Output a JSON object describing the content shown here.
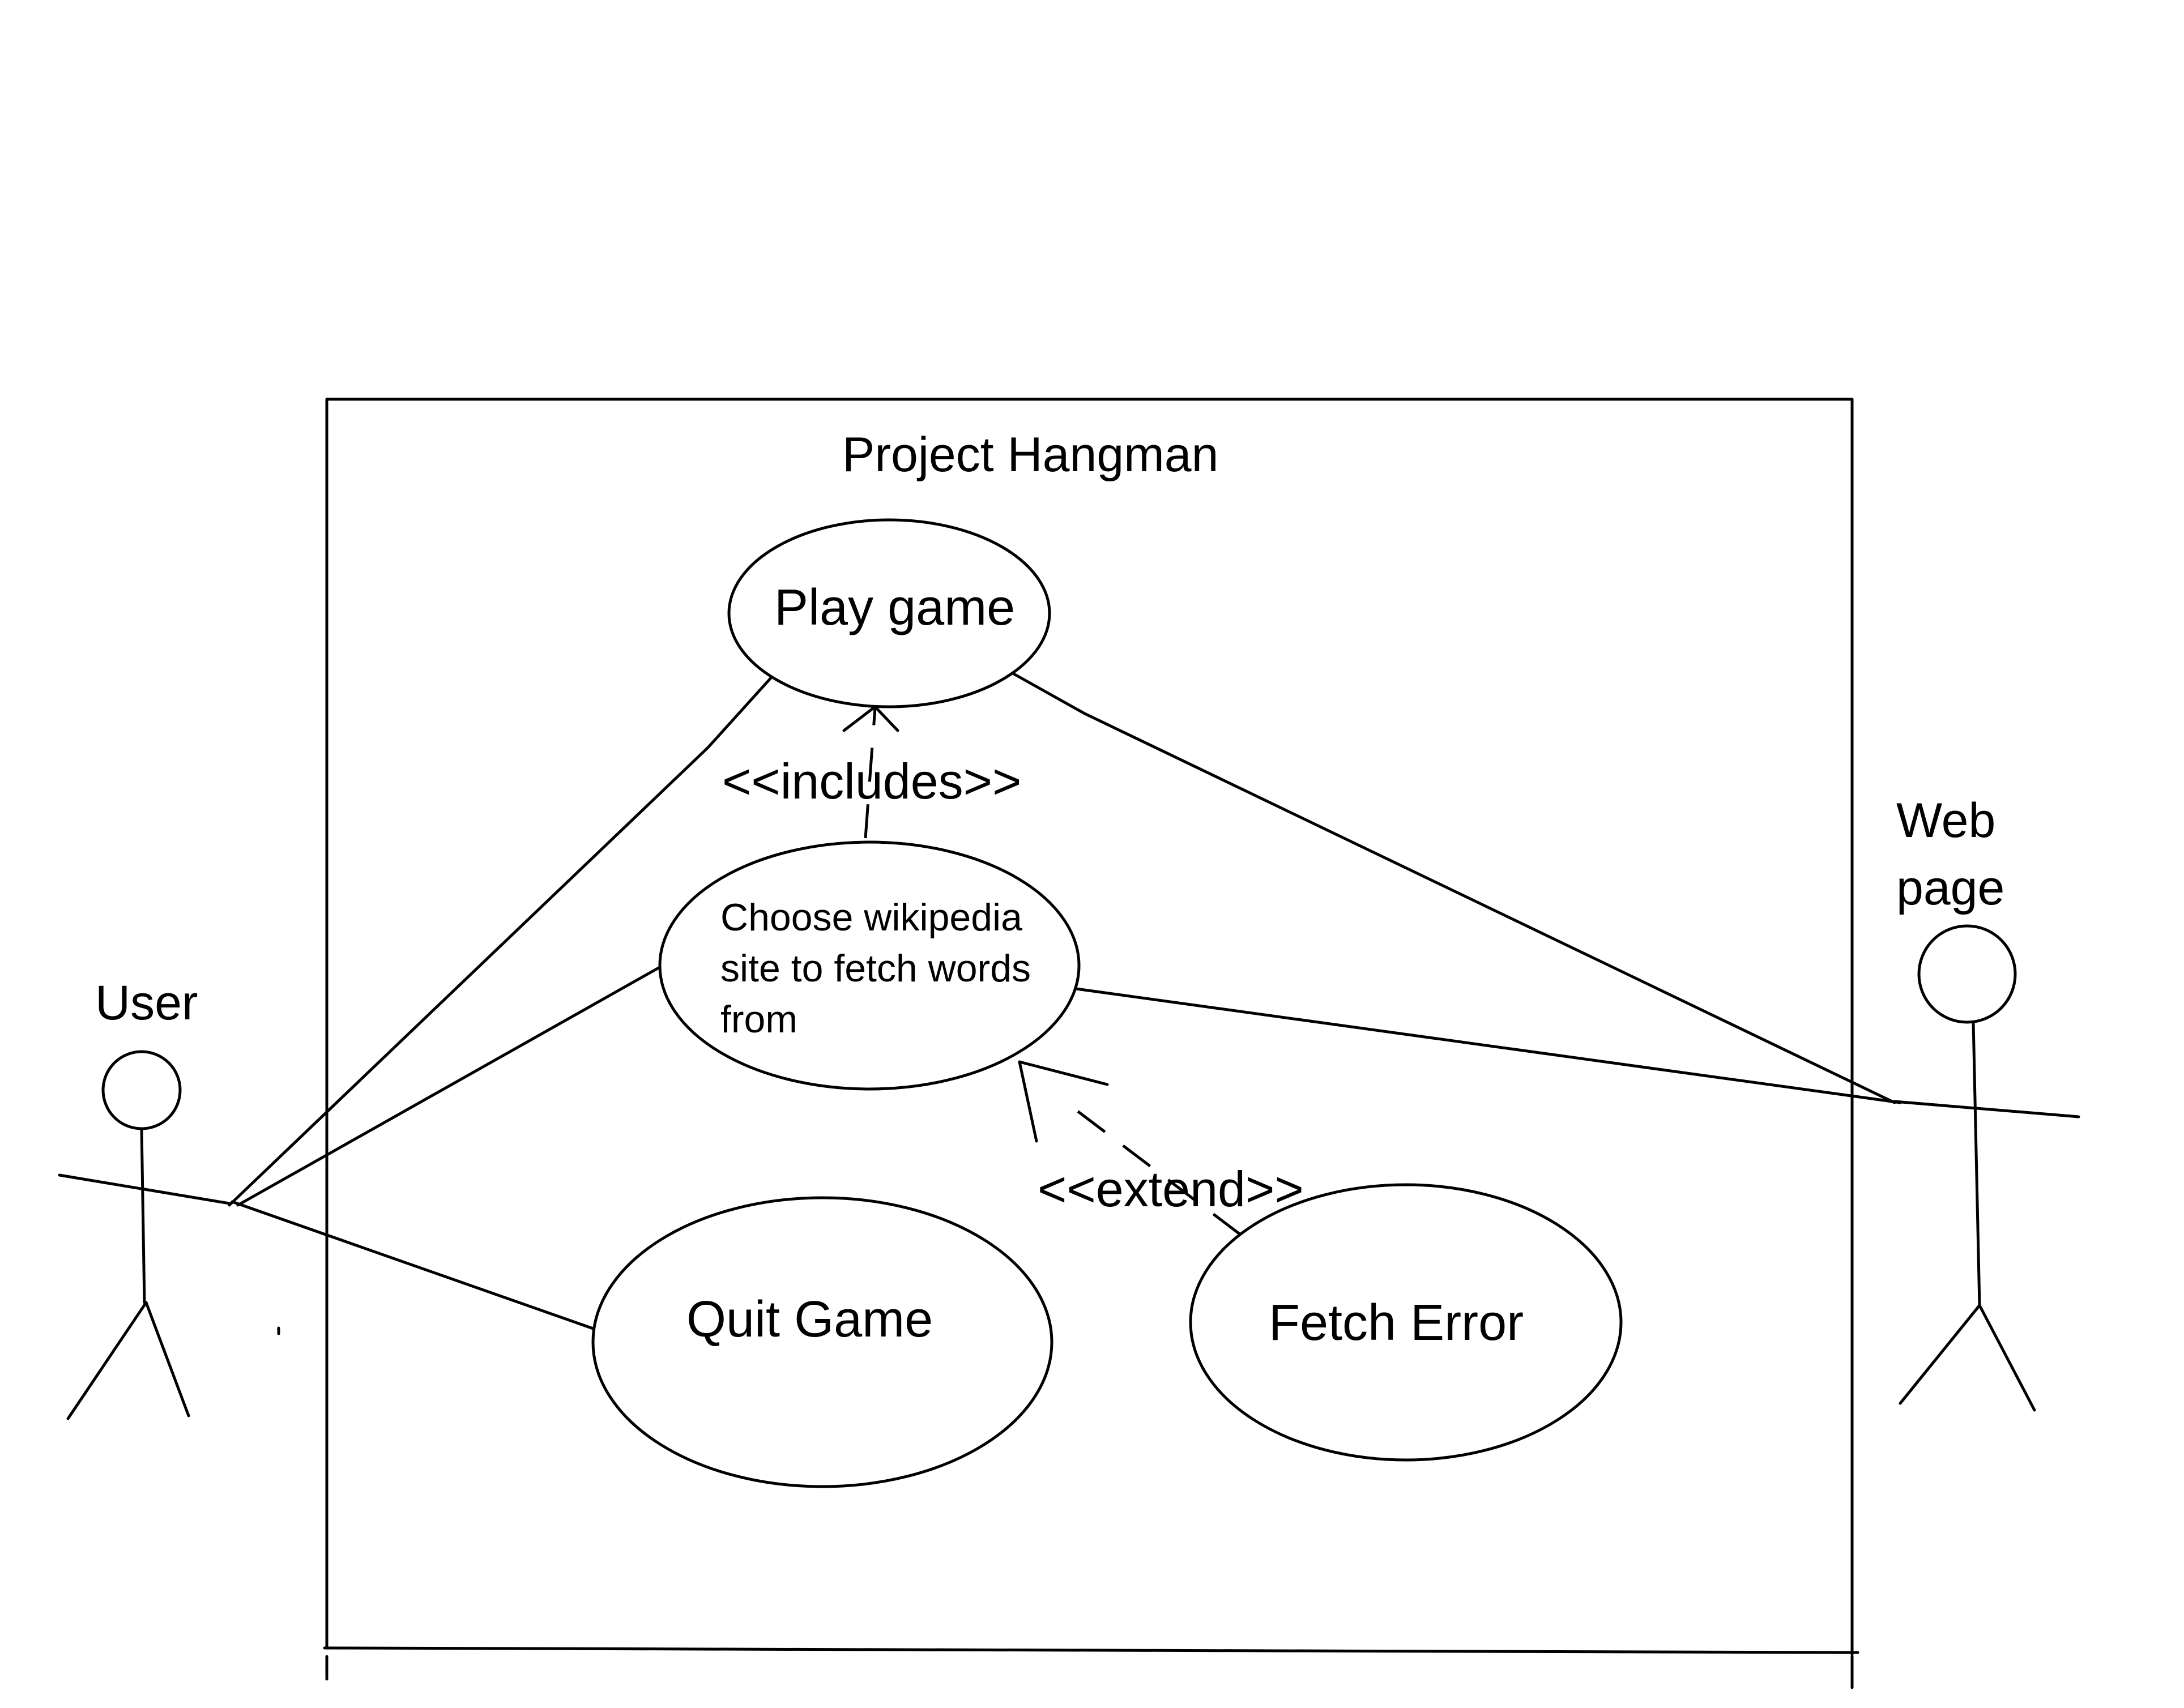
{
  "system": {
    "title": "Project Hangman"
  },
  "use_cases": {
    "play_game": "Play game",
    "choose_site_line1": "Choose wikipedia",
    "choose_site_line2": "site to fetch words",
    "choose_site_line3": "from",
    "quit_game": "Quit Game",
    "fetch_error": "Fetch Error"
  },
  "relationships": {
    "includes": "<<includes>>",
    "extend": "<<extend>>"
  },
  "actors": {
    "user": "User",
    "web_page_line1": "Web",
    "web_page_line2": "page"
  }
}
